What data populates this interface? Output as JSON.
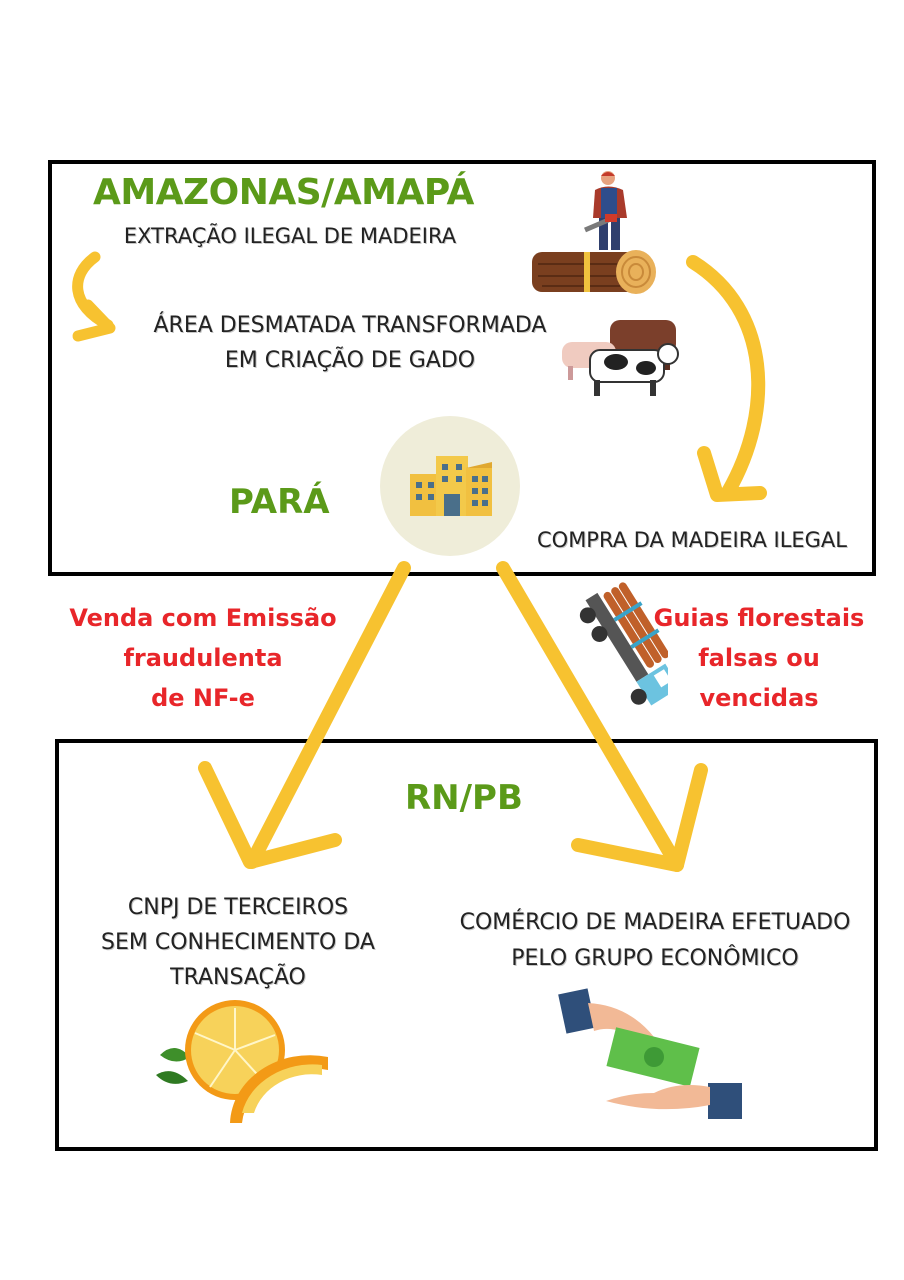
{
  "top_box": {
    "region_title": "AMAZONAS/AMAPÁ",
    "step_1": "EXTRAÇÃO ILEGAL DE MADEIRA",
    "step_2_line1": "ÁREA DESMATADA TRANSFORMADA",
    "step_2_line2": "EM CRIAÇÃO DE GADO",
    "para_label": "PARÁ",
    "purchase_label": "COMPRA DA MADEIRA ILEGAL"
  },
  "middle": {
    "left_note": [
      "Venda com Emissão",
      "fraudulenta",
      "de NF-e"
    ],
    "right_note": [
      "Guias florestais",
      "falsas ou",
      "vencidas"
    ]
  },
  "bottom_box": {
    "region_title": "RN/PB",
    "left_text": [
      "CNPJ DE TERCEIROS",
      "SEM CONHECIMENTO DA",
      "TRANSAÇÃO"
    ],
    "right_text": [
      "COMÉRCIO DE MADEIRA EFETUADO",
      "PELO GRUPO ECONÔMICO"
    ]
  },
  "colors": {
    "arrow": "#f7c230",
    "title_green": "#5b9a19",
    "note_red": "#e8262a"
  },
  "icons": [
    "lumberjack-icon",
    "log-icon",
    "cattle-icon",
    "building-icon",
    "logging-truck-icon",
    "oranges-icon",
    "money-exchange-icon"
  ]
}
